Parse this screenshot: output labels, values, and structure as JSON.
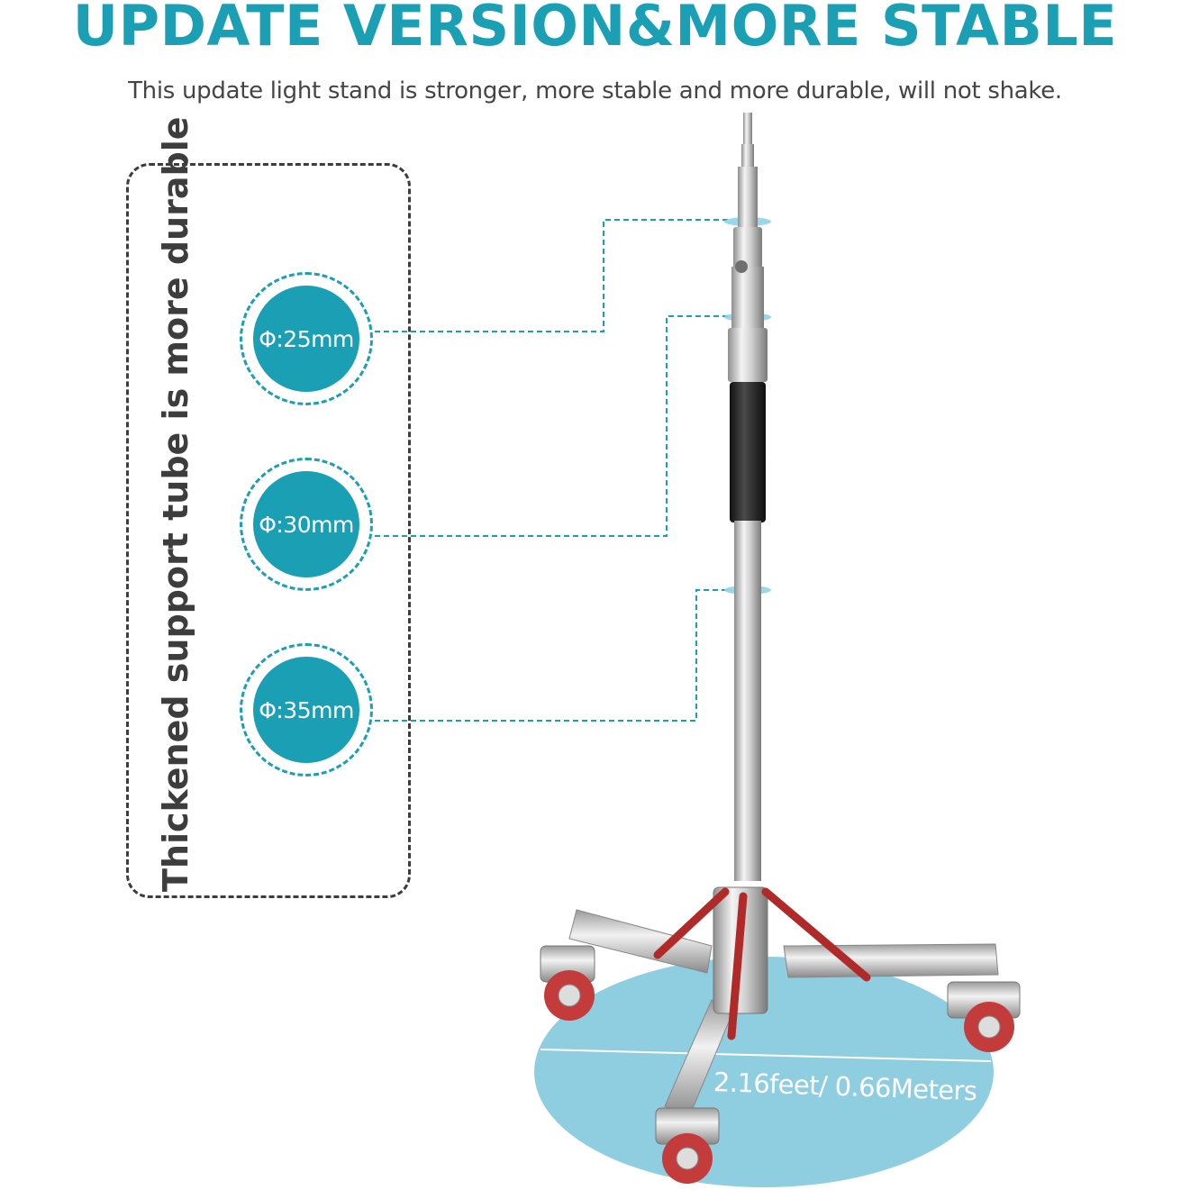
{
  "headline": "UPDATE VERSION&MORE STABLE",
  "subtitle": "This update light stand is stronger, more stable and more durable, will not shake.",
  "side_caption": "Thickened support tube is more durable",
  "badges": [
    {
      "label": "Φ:25mm"
    },
    {
      "label": "Φ:30mm"
    },
    {
      "label": "Φ:35mm"
    }
  ],
  "base_measure": "2.16feet/ 0.66Meters",
  "colors": {
    "accent": "#1a9fb4",
    "dark_text": "#3d3d3d",
    "ellipse": "#8fcde0",
    "steel": "#d8d8d8",
    "brace_red": "#b02a2a",
    "wheel_red": "#c43b3b"
  }
}
